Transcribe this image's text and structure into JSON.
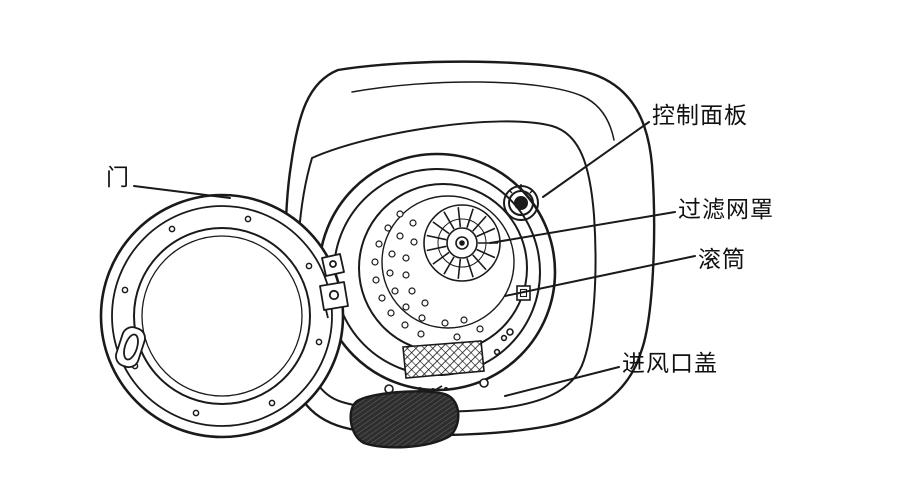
{
  "diagram": {
    "title": "washing-machine-parts-diagram",
    "labels": {
      "door": "门",
      "control_panel": "控制面板",
      "filter_cover": "过滤网罩",
      "drum": "滚筒",
      "air_inlet_cover": "进风口盖"
    }
  },
  "colors": {
    "line": "#1a1a1a",
    "background": "#ffffff"
  }
}
